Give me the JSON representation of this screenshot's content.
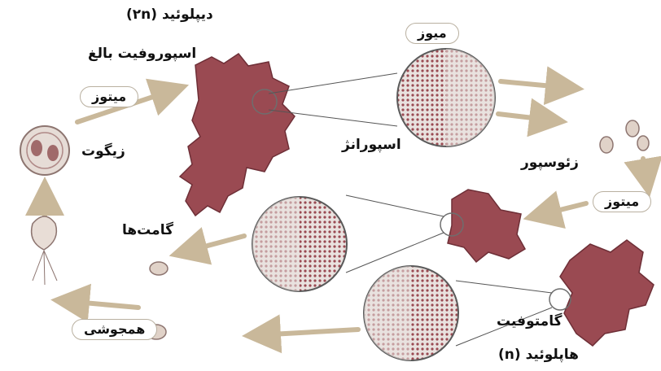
{
  "labels": {
    "diploid": "دیپلوئید (۲n)",
    "mature_sporophyte": "اسپوروفیت بالغ",
    "meiosis": "میوز",
    "mitosis_top": "میتوز",
    "zygote": "زیگوت",
    "sporangium": "اسپورانژ",
    "zoospore": "زئوسپور",
    "mitosis_right": "میتوز",
    "gametes": "گامت‌ها",
    "gametophyte": "گامتوفیت",
    "fertilization": "همجوشی",
    "haploid": "هاپلوئید (n)"
  },
  "colors": {
    "arrow": "#c9b89a",
    "tissue": "#9a4a52",
    "tissue_dark": "#6e2f37",
    "cell_bg": "#e9e2df"
  }
}
